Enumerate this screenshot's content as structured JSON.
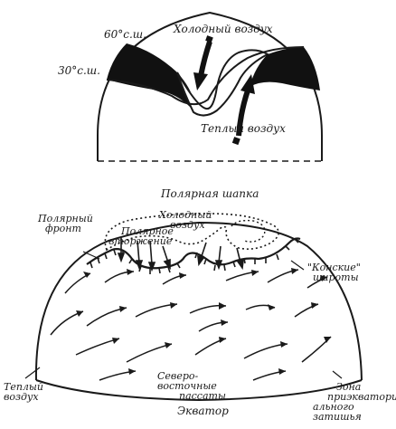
{
  "top_diagram": {
    "lat_60": "60°с.ш.",
    "lat_30": "30°с.ш.",
    "cold_air": "Холодный воздух",
    "warm_air": "Теплый воздух"
  },
  "bottom_diagram": {
    "polar_cap": "Полярная шапка",
    "polar_front_line1": "Полярный",
    "polar_front_line2": "фронт",
    "cold_air_line1": "Холодный",
    "cold_air_line2": "воздух",
    "polar_intrusion_line1": "Полярное",
    "polar_intrusion_line2": "вторжение",
    "horse_latitudes_line1": "\"Конские\"",
    "horse_latitudes_line2": "широты",
    "warm_air_line1": "Теплый",
    "warm_air_line2": "воздух",
    "trades_line1": "Северо-восточные",
    "trades_line2": "пассаты",
    "equator": "Экватор",
    "doldrums_line1": "Зона",
    "doldrums_line2": "приэкватори-",
    "doldrums_line3": "ального затишья"
  },
  "colors": {
    "ink": "#1a1a1a",
    "background": "#ffffff"
  }
}
